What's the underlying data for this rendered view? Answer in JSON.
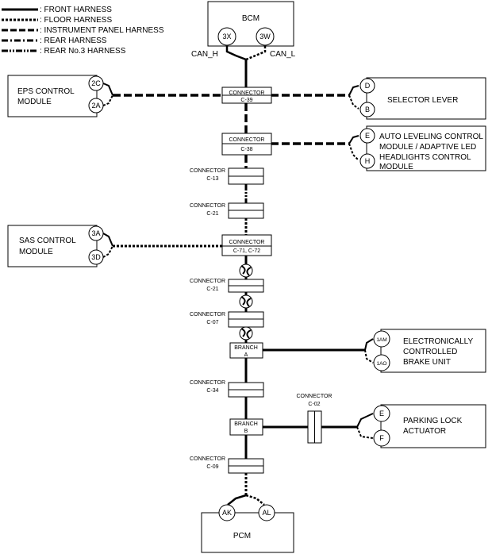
{
  "legend": [
    {
      "label": ": FRONT HARNESS",
      "style": "solid"
    },
    {
      "label": ": FLOOR HARNESS",
      "style": "dotted"
    },
    {
      "label": ": INSTRUMENT PANEL HARNESS",
      "style": "dashed"
    },
    {
      "label": ": REAR HARNESS",
      "style": "dashdot"
    },
    {
      "label": ": REAR No.3 HARNESS",
      "style": "dashdotdot"
    }
  ],
  "bcm": {
    "title": "BCM",
    "pin_left": "3X",
    "pin_right": "3W",
    "can_h": "CAN_H",
    "can_l": "CAN_L"
  },
  "eps": {
    "line1": "EPS CONTROL",
    "line2": "MODULE",
    "pin_top": "2C",
    "pin_bottom": "2A"
  },
  "selector": {
    "title": "SELECTOR LEVER",
    "pin_top": "D",
    "pin_bottom": "B"
  },
  "auto_leveling": {
    "line1": "AUTO LEVELING CONTROL",
    "line2": "MODULE / ADAPTIVE LED",
    "line3": "HEADLIGHTS CONTROL",
    "line4": "MODULE",
    "pin_top": "E",
    "pin_bottom": "H"
  },
  "sas": {
    "line1": "SAS CONTROL",
    "line2": "MODULE",
    "pin_top": "3A",
    "pin_bottom": "3D"
  },
  "brake": {
    "line1": "ELECTRONICALLY",
    "line2": "CONTROLLED",
    "line3": "BRAKE UNIT",
    "pin_top": "1AM",
    "pin_bottom": "1AO"
  },
  "parking": {
    "line1": "PARKING LOCK",
    "line2": "ACTUATOR",
    "pin_top": "E",
    "pin_bottom": "F"
  },
  "pcm": {
    "title": "PCM",
    "pin_left": "AK",
    "pin_right": "AL"
  },
  "connectors": {
    "c39": {
      "line1": "CONNECTOR",
      "line2": "C-39"
    },
    "c38": {
      "line1": "CONNECTOR",
      "line2": "C-38"
    },
    "c13": {
      "line1": "CONNECTOR",
      "line2": "C-13"
    },
    "c21a": {
      "line1": "CONNECTOR",
      "line2": "C-21"
    },
    "c71": {
      "line1": "CONNECTOR",
      "line2": "C-71, C-72"
    },
    "c21b": {
      "line1": "CONNECTOR",
      "line2": "C-21"
    },
    "c07": {
      "line1": "CONNECTOR",
      "line2": "C-07"
    },
    "c34": {
      "line1": "CONNECTOR",
      "line2": "C-34"
    },
    "c09": {
      "line1": "CONNECTOR",
      "line2": "C-09"
    },
    "c02": {
      "line1": "CONNECTOR",
      "line2": "C-02"
    }
  },
  "branch_a": {
    "line1": "BRANCH",
    "line2": "A"
  },
  "branch_b": {
    "line1": "BRANCH",
    "line2": "B"
  }
}
